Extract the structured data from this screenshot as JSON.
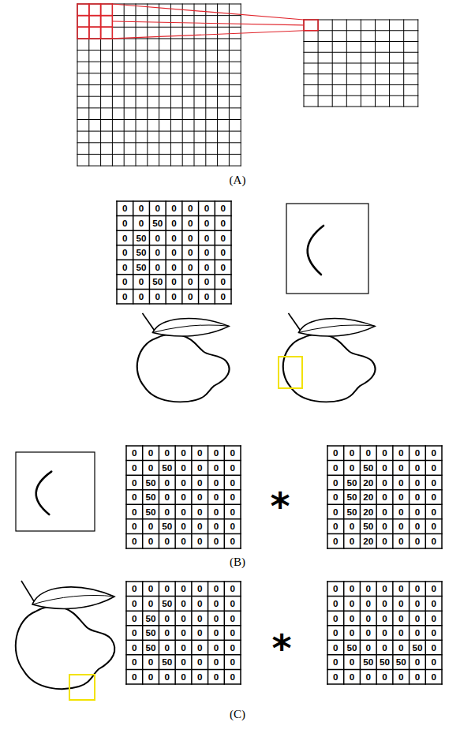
{
  "diagram": {
    "labels": [
      "(A)",
      "0",
      "0",
      "0",
      "0",
      "0",
      "0",
      "0",
      "0",
      "0",
      "50",
      "0",
      "0",
      "0",
      "0",
      "0",
      "50",
      "0",
      "0",
      "0",
      "0",
      "0",
      "0",
      "50",
      "0",
      "0",
      "0",
      "0",
      "0",
      "0",
      "50",
      "0",
      "0",
      "0",
      "0",
      "0",
      "0",
      "0",
      "50",
      "0",
      "0",
      "0",
      "0",
      "0",
      "0",
      "0",
      "0",
      "0",
      "0",
      "0",
      "0",
      "0",
      "0",
      "0",
      "0",
      "0",
      "0",
      "0",
      "0",
      "50",
      "0",
      "0",
      "0",
      "0",
      "0",
      "50",
      "0",
      "0",
      "0",
      "0",
      "0",
      "0",
      "50",
      "0",
      "0",
      "0",
      "0",
      "0",
      "0",
      "50",
      "0",
      "0",
      "0",
      "0",
      "0",
      "0",
      "0",
      "50",
      "0",
      "0",
      "0",
      "0",
      "0",
      "0",
      "0",
      "0",
      "0",
      "0",
      "0",
      "*",
      "0",
      "0",
      "0",
      "0",
      "0",
      "0",
      "0",
      "0",
      "0",
      "50",
      "0",
      "0",
      "0",
      "0",
      "0",
      "50",
      "20",
      "0",
      "0",
      "0",
      "0",
      "0",
      "50",
      "20",
      "0",
      "0",
      "0",
      "0",
      "0",
      "50",
      "20",
      "0",
      "0",
      "0",
      "0",
      "0",
      "0",
      "50",
      "0",
      "0",
      "0",
      "0",
      "0",
      "0",
      "20",
      "0",
      "0",
      "0",
      "0",
      "(B)",
      "0",
      "0",
      "0",
      "0",
      "0",
      "0",
      "0",
      "0",
      "0",
      "50",
      "0",
      "0",
      "0",
      "0",
      "0",
      "50",
      "0",
      "0",
      "0",
      "0",
      "0",
      "0",
      "50",
      "0",
      "0",
      "0",
      "0",
      "0",
      "0",
      "50",
      "0",
      "0",
      "0",
      "0",
      "0",
      "0",
      "0",
      "50",
      "0",
      "0",
      "0",
      "0",
      "0",
      "0",
      "0",
      "0",
      "0",
      "0",
      "0",
      "*",
      "0",
      "0",
      "0",
      "0",
      "0",
      "0",
      "0",
      "0",
      "0",
      "0",
      "0",
      "0",
      "0",
      "0",
      "0",
      "0",
      "0",
      "0",
      "0",
      "0",
      "0",
      "0",
      "0",
      "0",
      "0",
      "0",
      "0",
      "0",
      "0",
      "50",
      "0",
      "0",
      "0",
      "50",
      "0",
      "0",
      "0",
      "50",
      "50",
      "50",
      "0",
      "0",
      "0",
      "0",
      "0",
      "0",
      "0",
      "0",
      "0",
      "(C)"
    ]
  }
}
